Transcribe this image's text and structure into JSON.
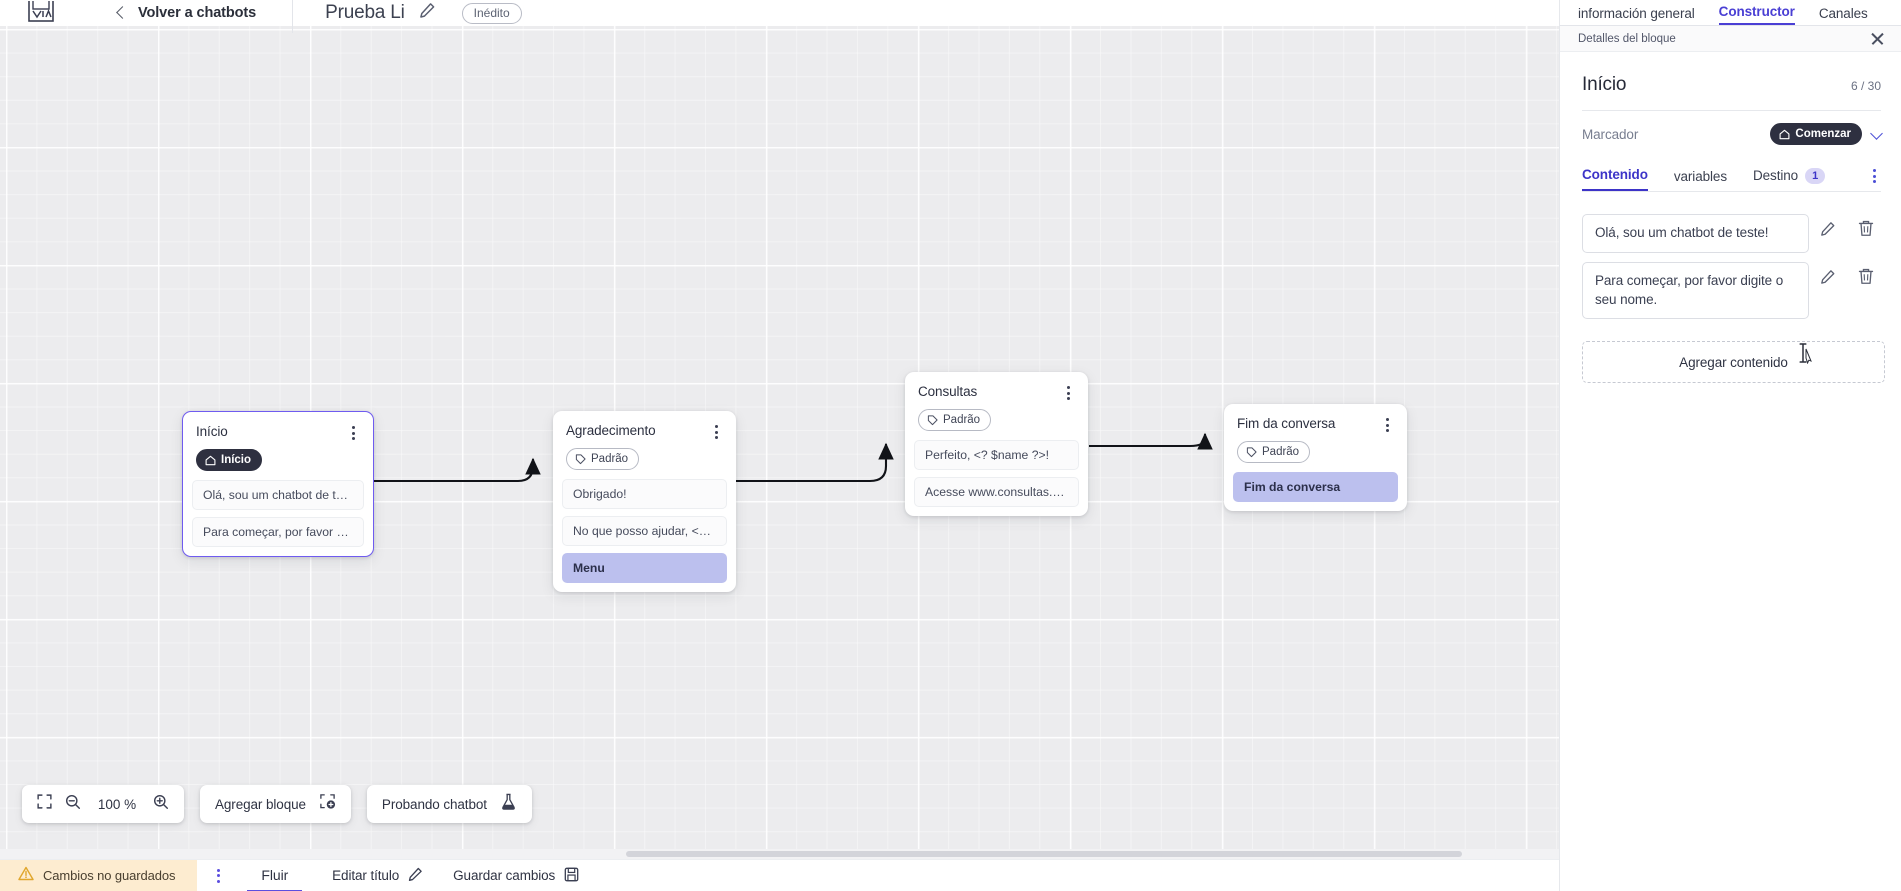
{
  "topbar": {
    "logo_icon": "via-logo-icon",
    "back_icon": "chevron-left-icon",
    "back_label": "Volver a chatbots",
    "doc_title": "Prueba Li",
    "edit_icon": "pencil-icon",
    "status_badge": "Inédito"
  },
  "canvas": {
    "nodes": [
      {
        "id": "inicio",
        "title": "Início",
        "tag": "Início",
        "tag_icon": "home-icon",
        "tag_style": "dark",
        "selected": true,
        "kebab_icon": "kebab-menu-icon",
        "messages": [
          {
            "text": "Olá, sou um chatbot de teste!",
            "accent": false
          },
          {
            "text": "Para começar, por favor digite o ...",
            "accent": false
          }
        ]
      },
      {
        "id": "agradecimento",
        "title": "Agradecimento",
        "tag": "Padrão",
        "tag_icon": "tag-icon",
        "tag_style": "light",
        "selected": false,
        "kebab_icon": "kebab-menu-icon",
        "messages": [
          {
            "text": "Obrigado!",
            "accent": false
          },
          {
            "text": "No que posso ajudar, <? $name ...",
            "accent": false
          },
          {
            "text": "Menu",
            "accent": true
          }
        ]
      },
      {
        "id": "consultas",
        "title": "Consultas",
        "tag": "Padrão",
        "tag_icon": "tag-icon",
        "tag_style": "light",
        "selected": false,
        "kebab_icon": "kebab-menu-icon",
        "messages": [
          {
            "text": "Perfeito, <? $name ?>!",
            "accent": false
          },
          {
            "text": "Acesse www.consultas.com par...",
            "accent": false
          }
        ]
      },
      {
        "id": "fim",
        "title": "Fim da conversa",
        "tag": "Padrão",
        "tag_icon": "tag-icon",
        "tag_style": "light",
        "selected": false,
        "kebab_icon": "kebab-menu-icon",
        "messages": [
          {
            "text": "Fim da conversa",
            "accent": true
          }
        ]
      }
    ]
  },
  "toolbar": {
    "fit_icon": "fit-screen-icon",
    "zoom_out_icon": "zoom-out-icon",
    "zoom_value": "100 %",
    "zoom_in_icon": "zoom-in-icon",
    "add_block_label": "Agregar bloque",
    "add_block_icon": "add-block-icon",
    "test_label": "Probando chatbot",
    "test_icon": "flask-icon"
  },
  "statusbar": {
    "unsaved_icon": "warning-icon",
    "unsaved_label": "Cambios no guardados",
    "kebab_icon": "kebab-menu-icon",
    "flow_tab": "Fluir",
    "edit_title_label": "Editar título",
    "edit_title_icon": "pencil-icon",
    "save_label": "Guardar cambios",
    "save_icon": "save-disk-icon"
  },
  "panel": {
    "tabs": [
      {
        "label": "información general",
        "active": false
      },
      {
        "label": "Constructor",
        "active": true
      },
      {
        "label": "Canales",
        "active": false
      }
    ],
    "subheader": "Detalles del bloque",
    "close_icon": "close-icon",
    "title": "Início",
    "count": "6 / 30",
    "marcador_label": "Marcador",
    "marcador_value": "Comenzar",
    "marcador_icon": "home-icon",
    "marcador_chevron": "chevron-down-icon",
    "content_tabs": [
      {
        "label": "Contenido",
        "active": true,
        "badge": ""
      },
      {
        "label": "variables",
        "active": false,
        "badge": ""
      },
      {
        "label": "Destino",
        "active": false,
        "badge": "1"
      }
    ],
    "content_kebab_icon": "kebab-menu-icon",
    "content_items": [
      {
        "text": "Olá, sou um chatbot de teste!",
        "edit_icon": "pencil-icon",
        "delete_icon": "trash-icon"
      },
      {
        "text": "Para começar, por favor digite o seu nome.",
        "edit_icon": "pencil-icon",
        "delete_icon": "trash-icon"
      }
    ],
    "add_content_label": "Agregar contenido"
  },
  "colors": {
    "accent": "#4a3fd4",
    "node_accent": "#bcc0ee",
    "warning_bg": "#fdecd0",
    "canvas_bg": "#ececee"
  }
}
